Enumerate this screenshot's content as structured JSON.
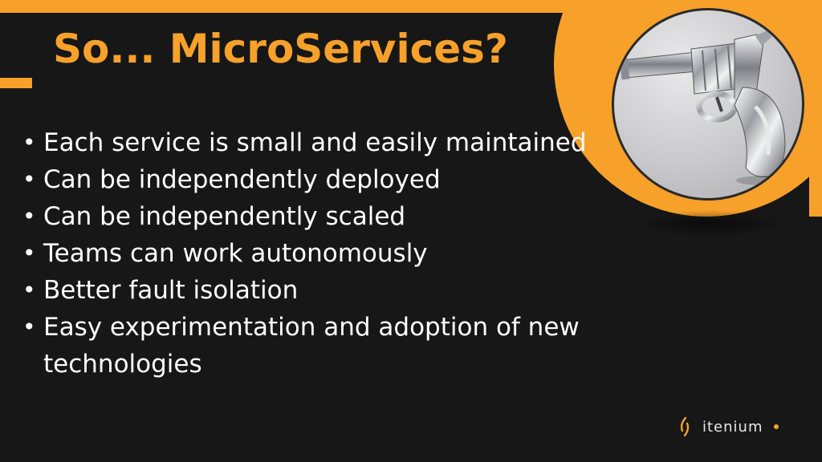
{
  "slide": {
    "title": "So... MicroServices?",
    "bullets": [
      "Each service is small and easily maintained",
      "Can be independently deployed",
      "Can be independently scaled",
      "Teams can work autonomously",
      "Better fault isolation",
      "Easy experimentation and adoption of new technologies"
    ],
    "bullet_glyph": "•",
    "image_icon": "revolver-photo",
    "logo": {
      "text": "itenium",
      "icon": "itenium-logo-icon"
    },
    "colors": {
      "accent": "#f7a12b",
      "background": "#171717",
      "text": "#ffffff"
    }
  }
}
